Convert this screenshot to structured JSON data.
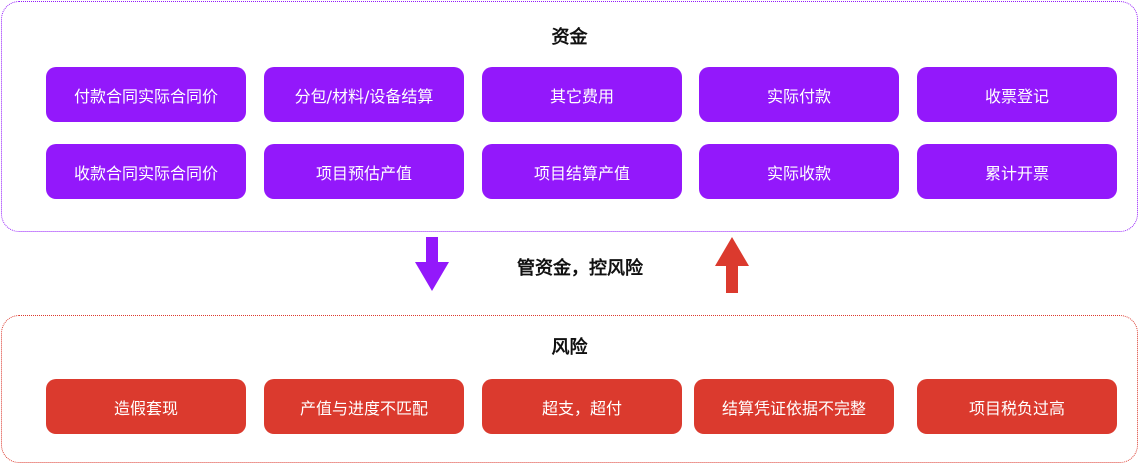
{
  "colors": {
    "funds_accent": "#9318fb",
    "risk_accent": "#db3a2e",
    "title_text": "#111111",
    "button_text": "#ffffff"
  },
  "funds": {
    "title": "资金",
    "rows": [
      [
        "付款合同实际合同价",
        "分包/材料/设备结算",
        "其它费用",
        "实际付款",
        "收票登记"
      ],
      [
        "收款合同实际合同价",
        "项目预估产值",
        "项目结算产值",
        "实际收款",
        "累计开票"
      ]
    ]
  },
  "middle": {
    "label": "管资金，控风险",
    "left_arrow_icon": "arrow-down-icon",
    "right_arrow_icon": "arrow-up-icon"
  },
  "risk": {
    "title": "风险",
    "items": [
      "造假套现",
      "产值与进度不匹配",
      "超支，超付",
      "结算凭证依据不完整",
      "项目税负过高"
    ]
  }
}
